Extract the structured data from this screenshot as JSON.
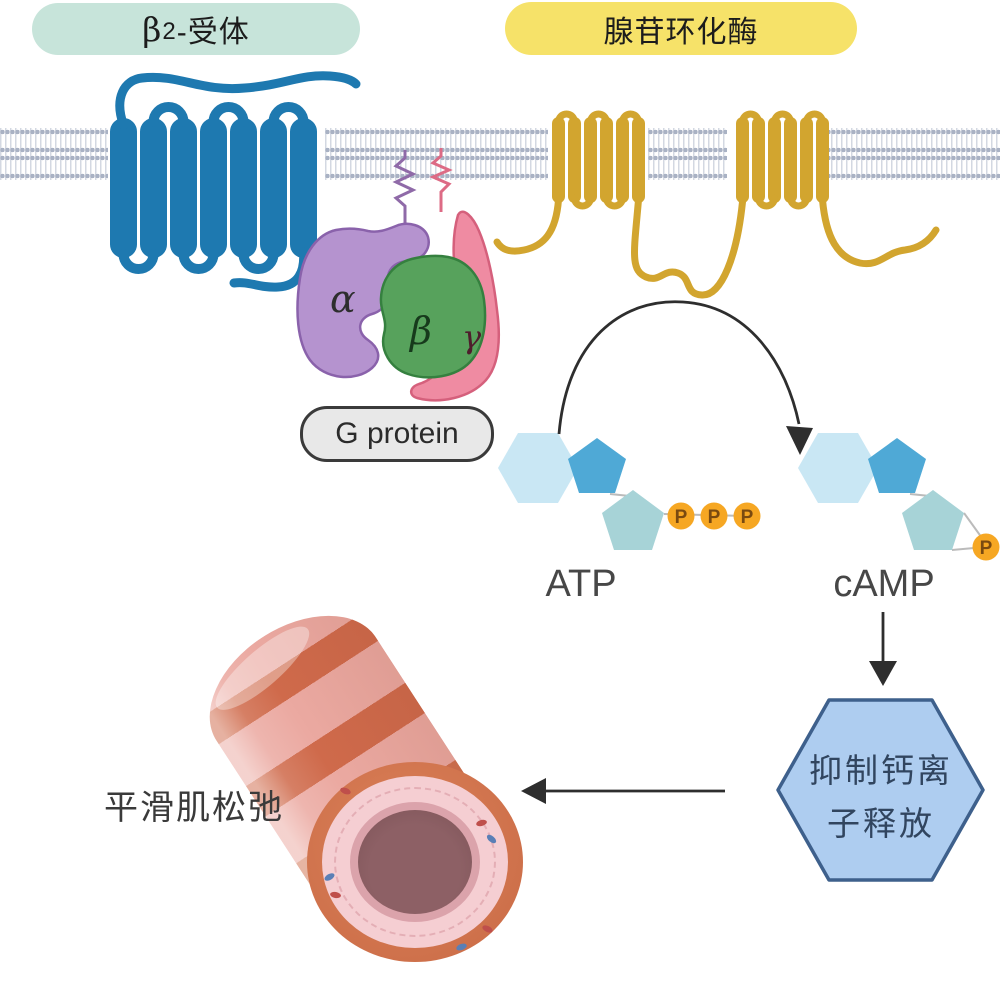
{
  "badges": {
    "receptor": {
      "beta": "β",
      "sub": "2",
      "rest": "-受体"
    },
    "enzyme": "腺苷环化酶"
  },
  "g_protein": {
    "label": "G protein",
    "alpha": "α",
    "beta": "β",
    "gamma": "γ"
  },
  "molecules": {
    "atp_label": "ATP",
    "camp_label": "cAMP",
    "atp_phosphates": [
      "P",
      "P",
      "P"
    ],
    "camp_phosphate": "P"
  },
  "hexagon": {
    "line1": "抑制钙离",
    "line2": "子释放"
  },
  "vessel_label": "平滑肌松弛",
  "colors": {
    "receptor_blue": "#1e79b0",
    "cyclase_gold": "#d2a52f",
    "badge_mint": "#c7e4da",
    "badge_yellow": "#f6e269",
    "alpha_purple": "#b593cf",
    "beta_green": "#57a25c",
    "gamma_pink": "#ef8ba2",
    "hexagon_blue": "#aecdf0",
    "hexagon_border": "#3e608c",
    "phosphate_orange": "#f6a723",
    "adenine_blue": "#4fa9d6",
    "ribose_teal": "#a7d3d7",
    "base_pale_blue": "#c9e7f4",
    "membrane_gray": "#a9b2c4",
    "arrow_dark": "#2e2e2e",
    "vessel_pink": "#f5ced2",
    "vessel_salmon": "#cf6a4b",
    "lumen_brown": "#8a5d62"
  }
}
